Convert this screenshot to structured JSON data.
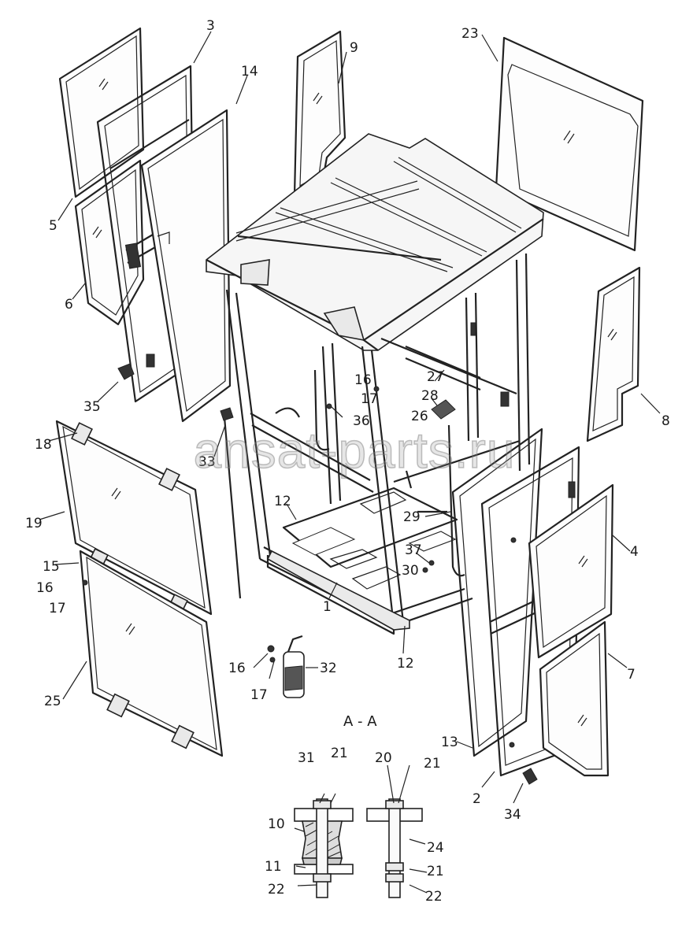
{
  "watermark": "ansat-parts.ru",
  "section_label": "A - A",
  "callouts": [
    {
      "id": "c1",
      "text": "1"
    },
    {
      "id": "c2",
      "text": "2"
    },
    {
      "id": "c3",
      "text": "3"
    },
    {
      "id": "c4",
      "text": "4"
    },
    {
      "id": "c5",
      "text": "5"
    },
    {
      "id": "c6",
      "text": "6"
    },
    {
      "id": "c7",
      "text": "7"
    },
    {
      "id": "c8",
      "text": "8"
    },
    {
      "id": "c9",
      "text": "9"
    },
    {
      "id": "c10",
      "text": "10"
    },
    {
      "id": "c11",
      "text": "11"
    },
    {
      "id": "c12a",
      "text": "12"
    },
    {
      "id": "c12b",
      "text": "12"
    },
    {
      "id": "c13",
      "text": "13"
    },
    {
      "id": "c14",
      "text": "14"
    },
    {
      "id": "c15",
      "text": "15"
    },
    {
      "id": "c16a",
      "text": "16"
    },
    {
      "id": "c16b",
      "text": "16"
    },
    {
      "id": "c16c",
      "text": "16"
    },
    {
      "id": "c17a",
      "text": "17"
    },
    {
      "id": "c17b",
      "text": "17"
    },
    {
      "id": "c17c",
      "text": "17"
    },
    {
      "id": "c18",
      "text": "18"
    },
    {
      "id": "c19",
      "text": "19"
    },
    {
      "id": "c20",
      "text": "20"
    },
    {
      "id": "c21a",
      "text": "21"
    },
    {
      "id": "c21b",
      "text": "21"
    },
    {
      "id": "c21c",
      "text": "21"
    },
    {
      "id": "c22a",
      "text": "22"
    },
    {
      "id": "c22b",
      "text": "22"
    },
    {
      "id": "c23",
      "text": "23"
    },
    {
      "id": "c24",
      "text": "24"
    },
    {
      "id": "c25",
      "text": "25"
    },
    {
      "id": "c26",
      "text": "26"
    },
    {
      "id": "c27",
      "text": "27"
    },
    {
      "id": "c28",
      "text": "28"
    },
    {
      "id": "c29",
      "text": "29"
    },
    {
      "id": "c30",
      "text": "30"
    },
    {
      "id": "c31",
      "text": "31"
    },
    {
      "id": "c32",
      "text": "32"
    },
    {
      "id": "c33",
      "text": "33"
    },
    {
      "id": "c34",
      "text": "34"
    },
    {
      "id": "c35",
      "text": "35"
    },
    {
      "id": "c36",
      "text": "36"
    },
    {
      "id": "c37",
      "text": "37"
    }
  ]
}
